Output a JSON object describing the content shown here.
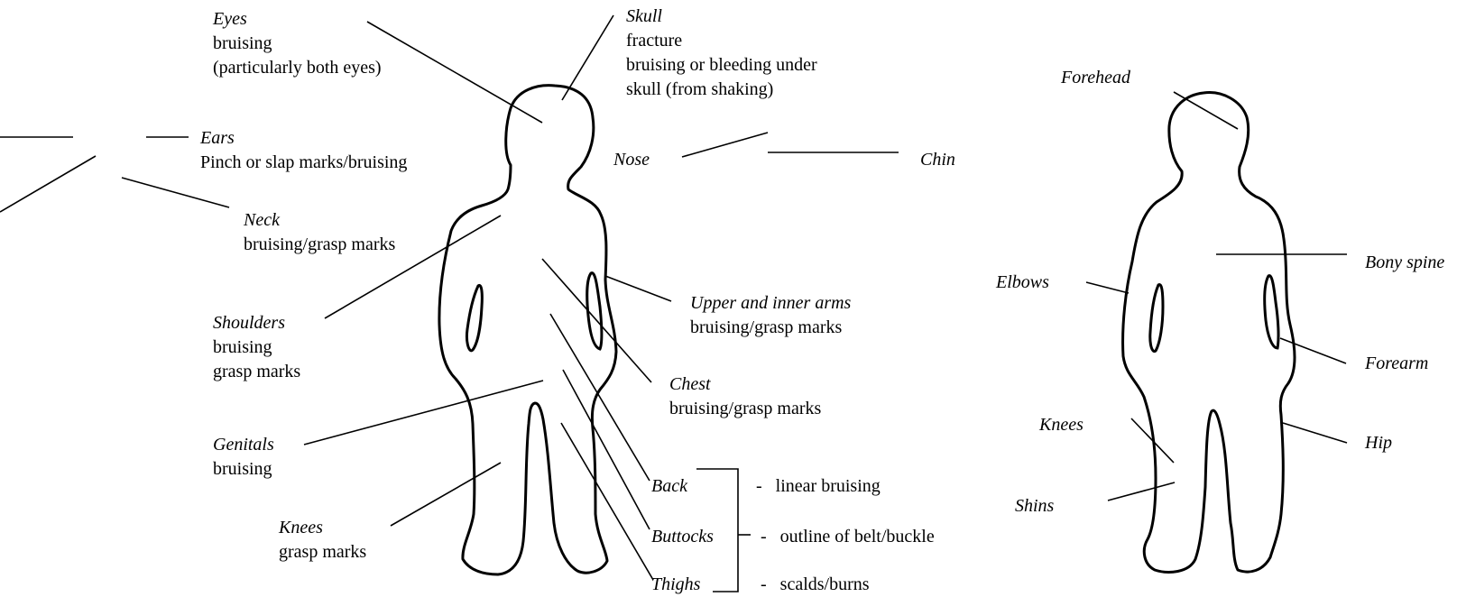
{
  "front": {
    "eyes": {
      "title": "Eyes",
      "lines": [
        "bruising",
        "(particularly both eyes)"
      ]
    },
    "skull": {
      "title": "Skull",
      "lines": [
        "fracture",
        "bruising or bleeding under",
        "skull (from shaking)"
      ]
    },
    "ears": {
      "title": "Ears",
      "lines": [
        "Pinch or slap marks/bruising"
      ]
    },
    "neck": {
      "title": "Neck",
      "lines": [
        "bruising/grasp marks"
      ]
    },
    "shoulders": {
      "title": "Shoulders",
      "lines": [
        "bruising",
        "grasp marks"
      ]
    },
    "upper_arms": {
      "title": "Upper and inner arms",
      "lines": [
        "bruising/grasp marks"
      ]
    },
    "chest": {
      "title": "Chest",
      "lines": [
        "bruising/grasp marks"
      ]
    },
    "genitals": {
      "title": "Genitals",
      "lines": [
        "bruising"
      ]
    },
    "knees": {
      "title": "Knees",
      "lines": [
        "grasp marks"
      ]
    },
    "nose": "Nose",
    "chin": "Chin",
    "back": "Back",
    "buttocks": "Buttocks",
    "thighs": "Thighs",
    "back_notes": [
      "-   linear bruising",
      "-   outline of belt/buckle",
      "-   scalds/burns"
    ]
  },
  "rear": {
    "forehead": "Forehead",
    "elbows": "Elbows",
    "bony_spine": "Bony spine",
    "forearm": "Forearm",
    "knees": "Knees",
    "hip": "Hip",
    "shins": "Shins"
  }
}
